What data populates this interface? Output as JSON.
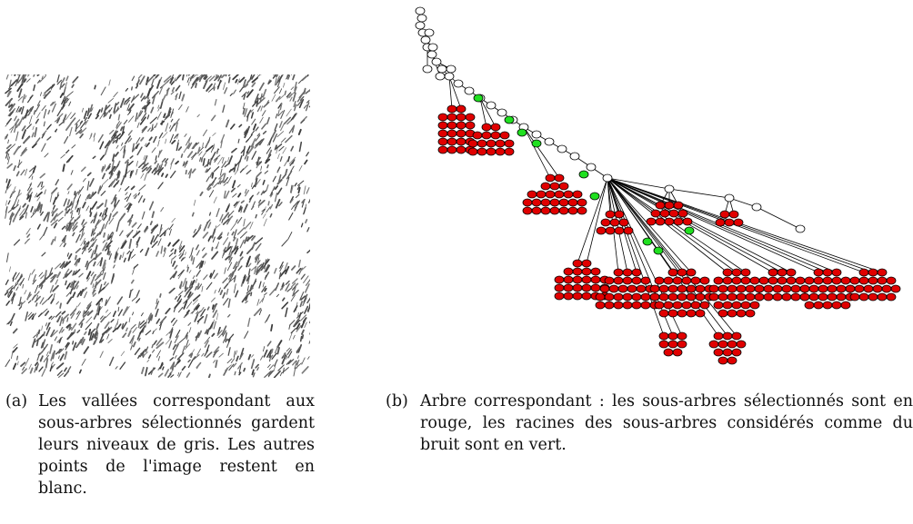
{
  "figure": {
    "subfigure_a": {
      "label": "(a)",
      "caption": "Les vallées correspondant aux sous-arbres sélectionnés gardent leurs niveaux de gris. Les autres points de l'image restent en blanc."
    },
    "subfigure_b": {
      "label": "(b)",
      "caption": "Arbre correspondant : les sous-arbres sélectionnés sont en rouge, les racines des sous-arbres considérés comme du bruit sont en vert."
    }
  },
  "colors": {
    "selected_node": "#e00000",
    "noise_root_node": "#20e020",
    "other_node": "#ffffff",
    "texture": "#5a5a5a"
  }
}
